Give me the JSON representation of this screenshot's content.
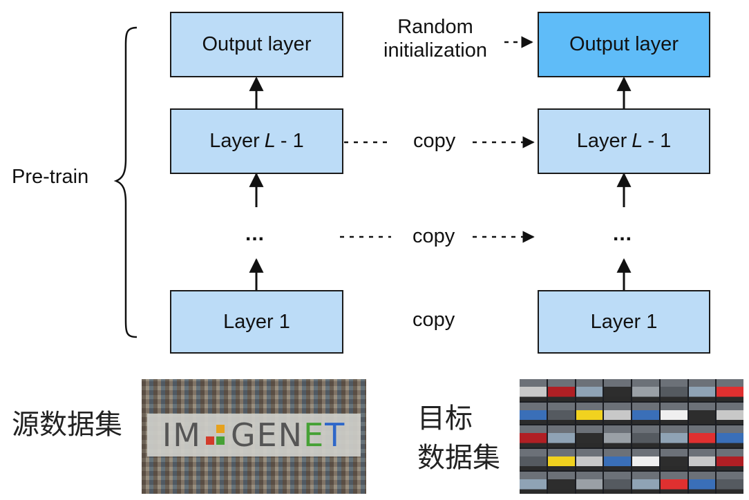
{
  "source_model": {
    "output_layer": "Output layer",
    "layer_l_minus_1": {
      "prefix": "Layer",
      "var": "L",
      "suffix": "- 1"
    },
    "ellipsis": "...",
    "layer_1": "Layer 1"
  },
  "target_model": {
    "output_layer": "Output layer",
    "layer_l_minus_1": {
      "prefix": "Layer",
      "var": "L",
      "suffix": "- 1"
    },
    "ellipsis": "...",
    "layer_1": "Layer 1"
  },
  "links": {
    "random_init_line1": "Random",
    "random_init_line2": "initialization",
    "copy_top": "copy",
    "copy_middle": "copy",
    "copy_bottom": "copy"
  },
  "pretrain_label": "Pre-train",
  "source_dataset": {
    "label": "源数据集",
    "logo": {
      "part1": "IM",
      "part2": "GEN",
      "part3": "E",
      "part4": "T"
    }
  },
  "target_dataset": {
    "label_line1": "目标",
    "label_line2": "数据集"
  },
  "colors": {
    "layer_fill": "#bcdcf7",
    "target_output_fill": "#5fbcf8"
  }
}
